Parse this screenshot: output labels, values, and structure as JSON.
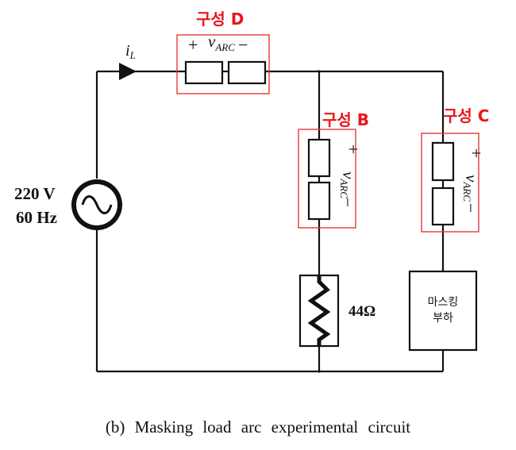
{
  "source": {
    "voltage": "220 V",
    "frequency": "60 Hz"
  },
  "current_label": {
    "symbol": "i",
    "subscript": "L"
  },
  "configs": {
    "d": "구성 D",
    "b": "구성 B",
    "c": "구성 C"
  },
  "arc_voltage": {
    "plus": "+",
    "minus": "−",
    "symbol": "v",
    "subscript": "ARC"
  },
  "resistor_label": "44Ω",
  "masking_load": {
    "line1": "마스킹",
    "line2": "부하"
  },
  "caption": "(b) Masking load arc experimental circuit"
}
